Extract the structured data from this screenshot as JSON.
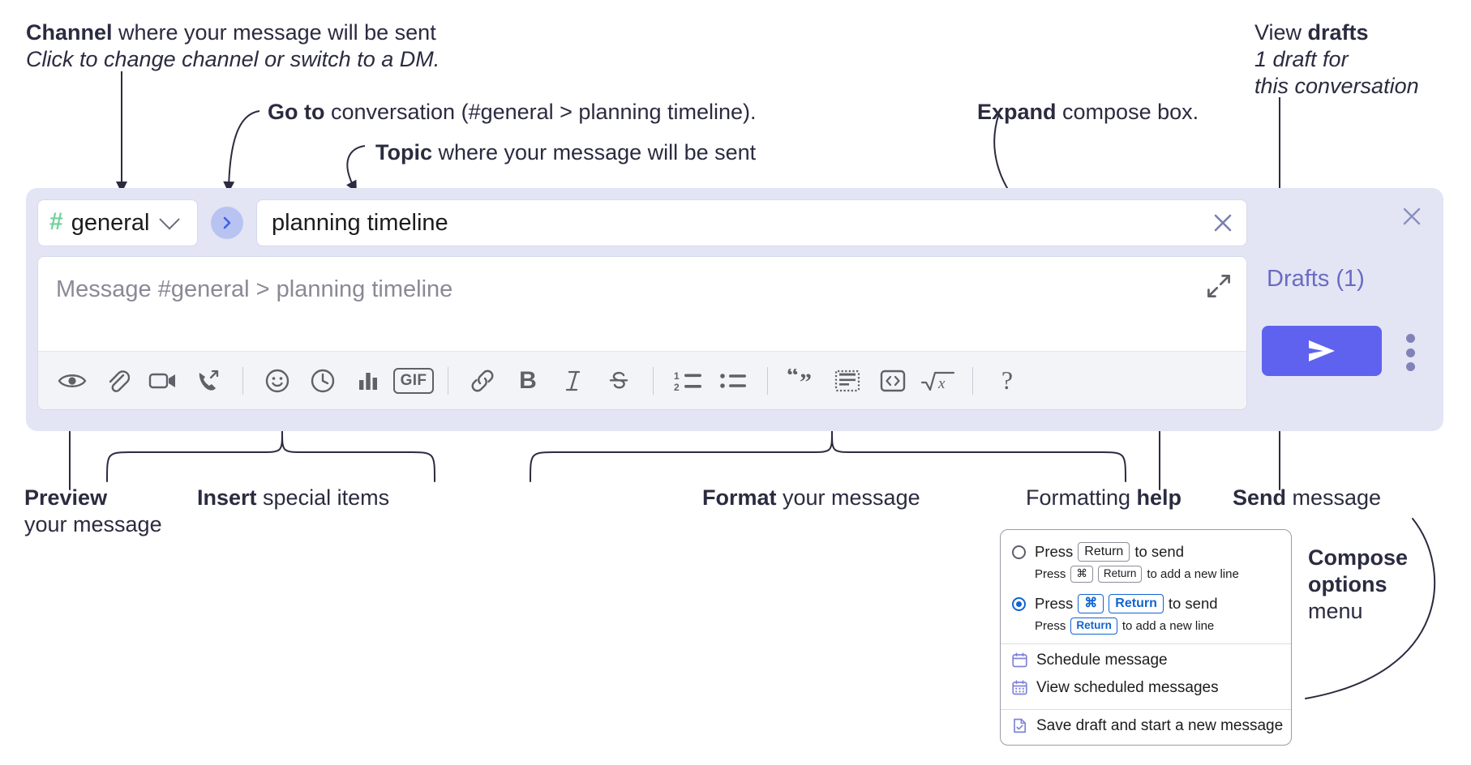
{
  "colors": {
    "compose_bg": "#e3e5f4",
    "accent_purple": "#5f62ef",
    "drafts_link": "#6a6bc4",
    "hash_green": "#6fd39b",
    "goto_circle": "#b9c3f2",
    "anno_text": "#2b2b40",
    "key_blue": "#1264d3"
  },
  "annotations": {
    "channel": {
      "title_bold": "Channel",
      "title_rest": " where your message will be sent",
      "subtitle": "Click to change channel or switch to a DM."
    },
    "goto": {
      "bold": "Go to",
      "rest": " conversation (#general > planning timeline)."
    },
    "topic": {
      "bold": "Topic",
      "rest": " where your message will be sent"
    },
    "expand": {
      "bold": "Expand",
      "rest": " compose box."
    },
    "drafts": {
      "line1_rest": "View ",
      "line1_bold": "drafts",
      "line2": "1 draft for",
      "line3": "this conversation"
    },
    "preview": {
      "bold": "Preview",
      "line2": "your message"
    },
    "insert": {
      "bold": "Insert",
      "rest": " special items"
    },
    "format": {
      "bold": "Format",
      "rest": " your message"
    },
    "formatting_help": {
      "rest": "Formatting ",
      "bold": "help"
    },
    "send": {
      "bold": "Send",
      "rest": " message"
    },
    "compose_options": {
      "line1": "Compose",
      "line2": "options",
      "line3": "menu"
    }
  },
  "compose": {
    "channel": {
      "hash": "#",
      "name": "general",
      "icon": "hash-icon",
      "chevron": "chevron-down-icon"
    },
    "goto_icon": "chevron-right-icon",
    "topic": {
      "value": "planning timeline",
      "clear_icon": "close-icon"
    },
    "message": {
      "placeholder": "Message #general > planning timeline",
      "value": "",
      "expand_icon": "expand-icon"
    },
    "toolbar": [
      {
        "name": "preview-icon",
        "label": "Preview"
      },
      {
        "name": "attachment-icon",
        "label": "Attach file"
      },
      {
        "name": "video-icon",
        "label": "Record video clip"
      },
      {
        "name": "audio-call-icon",
        "label": "Record audio clip"
      },
      {
        "sep": true
      },
      {
        "name": "emoji-icon",
        "label": "Emoji"
      },
      {
        "name": "clock-icon",
        "label": "Reminder"
      },
      {
        "name": "poll-icon",
        "label": "Poll"
      },
      {
        "name": "gif-icon",
        "label": "GIF"
      },
      {
        "sep": true
      },
      {
        "name": "link-icon",
        "label": "Link"
      },
      {
        "name": "bold-icon",
        "label": "Bold"
      },
      {
        "name": "italic-icon",
        "label": "Italic"
      },
      {
        "name": "strikethrough-icon",
        "label": "Strikethrough"
      },
      {
        "sep": true
      },
      {
        "name": "ordered-list-icon",
        "label": "Ordered list"
      },
      {
        "name": "bulleted-list-icon",
        "label": "Bulleted list"
      },
      {
        "sep": true
      },
      {
        "name": "blockquote-icon",
        "label": "Blockquote"
      },
      {
        "name": "code-block-icon",
        "label": "Code block"
      },
      {
        "name": "inline-code-icon",
        "label": "Code"
      },
      {
        "name": "latex-icon",
        "label": "LaTeX"
      },
      {
        "sep": true
      },
      {
        "name": "help-icon",
        "label": "Formatting help"
      }
    ],
    "rail": {
      "close_icon": "close-icon",
      "drafts_label": "Drafts (1)",
      "send_icon": "send-icon",
      "kebab_icon": "kebab-menu-icon"
    }
  },
  "popup": {
    "options": [
      {
        "selected": false,
        "main": [
          {
            "t": "text",
            "v": "Press"
          },
          {
            "t": "key",
            "v": "Return"
          },
          {
            "t": "text",
            "v": "to send"
          }
        ],
        "sub": [
          {
            "t": "text",
            "v": "Press"
          },
          {
            "t": "key",
            "v": "⌘"
          },
          {
            "t": "key",
            "v": "Return"
          },
          {
            "t": "text",
            "v": "to add a new line"
          }
        ]
      },
      {
        "selected": true,
        "main": [
          {
            "t": "text",
            "v": "Press"
          },
          {
            "t": "keyb",
            "v": "⌘"
          },
          {
            "t": "keyb",
            "v": "Return"
          },
          {
            "t": "text",
            "v": "to send"
          }
        ],
        "sub": [
          {
            "t": "text",
            "v": "Press"
          },
          {
            "t": "keyb",
            "v": "Return"
          },
          {
            "t": "text",
            "v": "to add a new line"
          }
        ]
      }
    ],
    "menu": [
      {
        "icon": "calendar-icon",
        "label": "Schedule message"
      },
      {
        "icon": "calendar-grid-icon",
        "label": "View scheduled messages"
      },
      {
        "icon": "save-draft-icon",
        "label": "Save draft and start a new message",
        "divider_before": true
      }
    ]
  }
}
